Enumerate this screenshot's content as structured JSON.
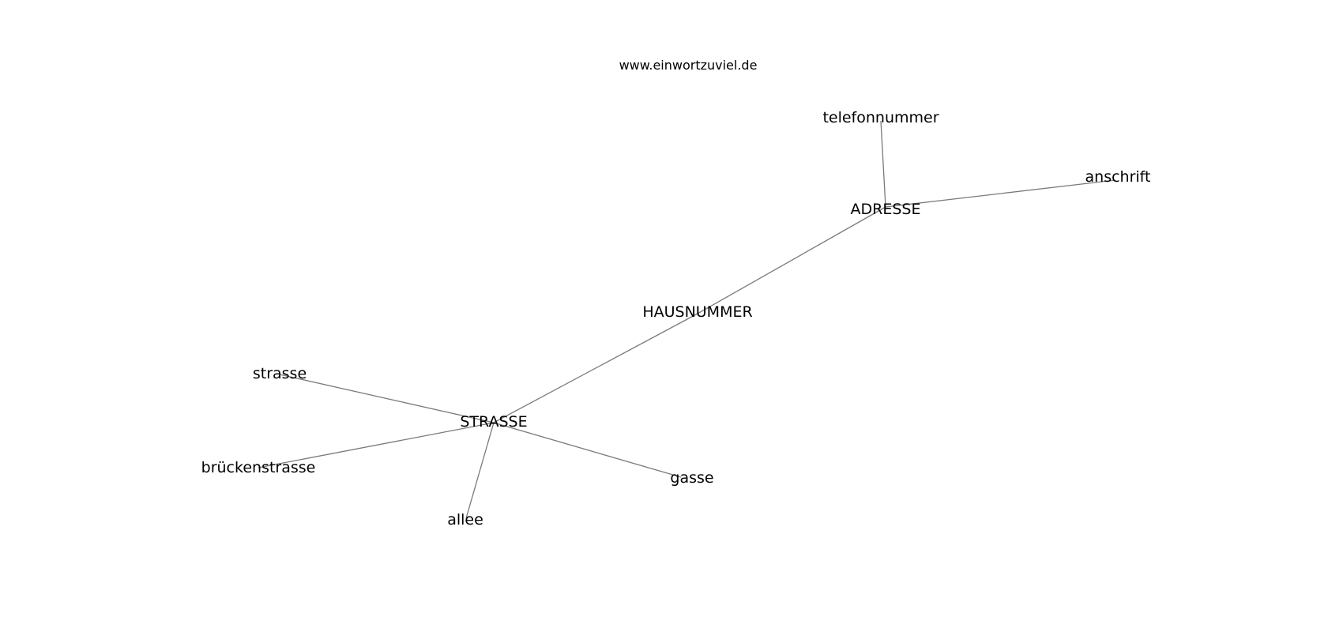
{
  "header": {
    "site": "www.einwortzuviel.de"
  },
  "colors": {
    "edge": "#7a7a7a",
    "text": "#000000",
    "background": "#ffffff"
  },
  "nodes": [
    {
      "id": "telefonnummer",
      "label": "telefonnummer"
    },
    {
      "id": "anschrift",
      "label": "anschrift"
    },
    {
      "id": "adresse",
      "label": "ADRESSE"
    },
    {
      "id": "hausnummer",
      "label": "HAUSNUMMER"
    },
    {
      "id": "strasse_lc",
      "label": "strasse"
    },
    {
      "id": "strasse",
      "label": "STRASSE"
    },
    {
      "id": "brueckenstrasse",
      "label": "brückenstrasse"
    },
    {
      "id": "gasse",
      "label": "gasse"
    },
    {
      "id": "allee",
      "label": "allee"
    }
  ],
  "edges": [
    {
      "from": "adresse",
      "to": "telefonnummer"
    },
    {
      "from": "adresse",
      "to": "anschrift"
    },
    {
      "from": "adresse",
      "to": "hausnummer"
    },
    {
      "from": "hausnummer",
      "to": "strasse"
    },
    {
      "from": "strasse",
      "to": "strasse_lc"
    },
    {
      "from": "strasse",
      "to": "brueckenstrasse"
    },
    {
      "from": "strasse",
      "to": "gasse"
    },
    {
      "from": "strasse",
      "to": "allee"
    }
  ]
}
